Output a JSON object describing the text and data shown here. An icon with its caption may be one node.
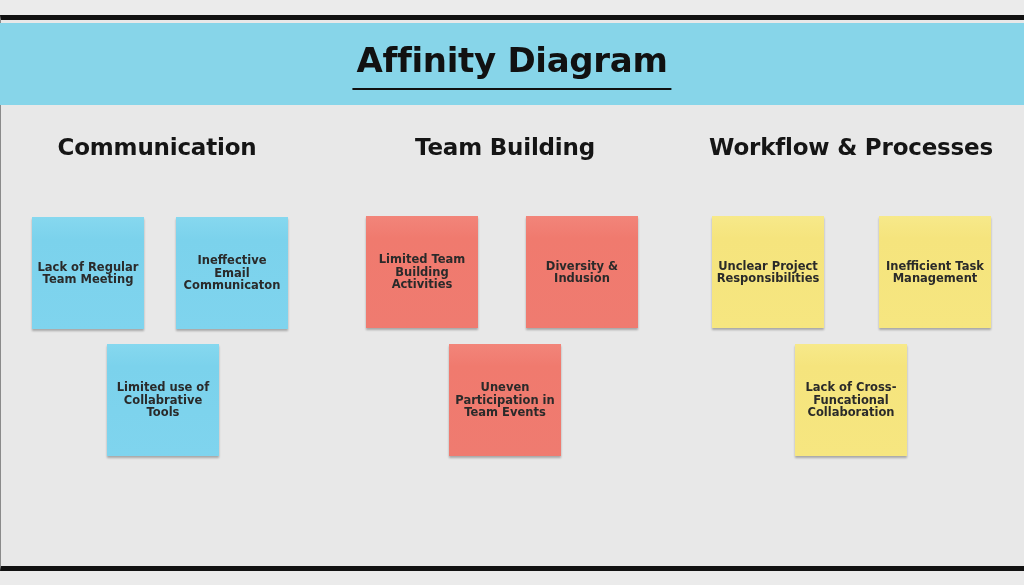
{
  "diagram": {
    "title": "Affinity Diagram",
    "nodes": [
      {
        "text": [
          "Lack of Regular Team Meeting"
        ]
      },
      {
        "text": [
          "Ineffective Email Communicaton"
        ]
      },
      {
        "text": [
          "Limited use of Collabrative Tools"
        ]
      },
      {
        "text": [
          "Limited Team Building Activities"
        ]
      },
      {
        "text": [
          "Diversity & Indusion"
        ]
      },
      {
        "text": [
          "Uneven Participation in Team Events"
        ]
      },
      {
        "text": [
          "Unclear Project Responsibilities"
        ]
      },
      {
        "text": [
          "Inefficient Task Management"
        ]
      },
      {
        "text": [
          "Lack of Cross-Funcational Collaboration"
        ]
      }
    ],
    "labels": [
      "Communication",
      "Team Building",
      "Workflow & Processes"
    ]
  }
}
